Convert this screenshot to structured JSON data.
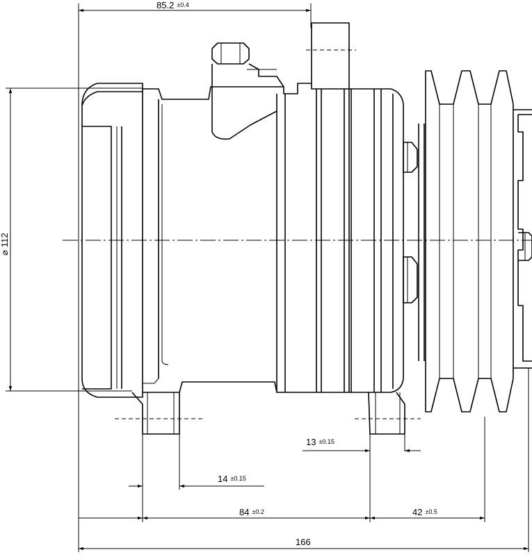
{
  "dimensions": {
    "top_width": {
      "value": "85.2",
      "tolerance": "±0.4"
    },
    "diameter": {
      "symbol": "⌀",
      "value": "112"
    },
    "clutch_offset": {
      "value": "13",
      "tolerance": "±0.15"
    },
    "mount_offset": {
      "value": "14",
      "tolerance": "±0.15"
    },
    "mount_spacing": {
      "value": "84",
      "tolerance": "±0.2"
    },
    "pulley_length": {
      "value": "42",
      "tolerance": "±0.5"
    },
    "overall_length": {
      "value": "166"
    }
  }
}
